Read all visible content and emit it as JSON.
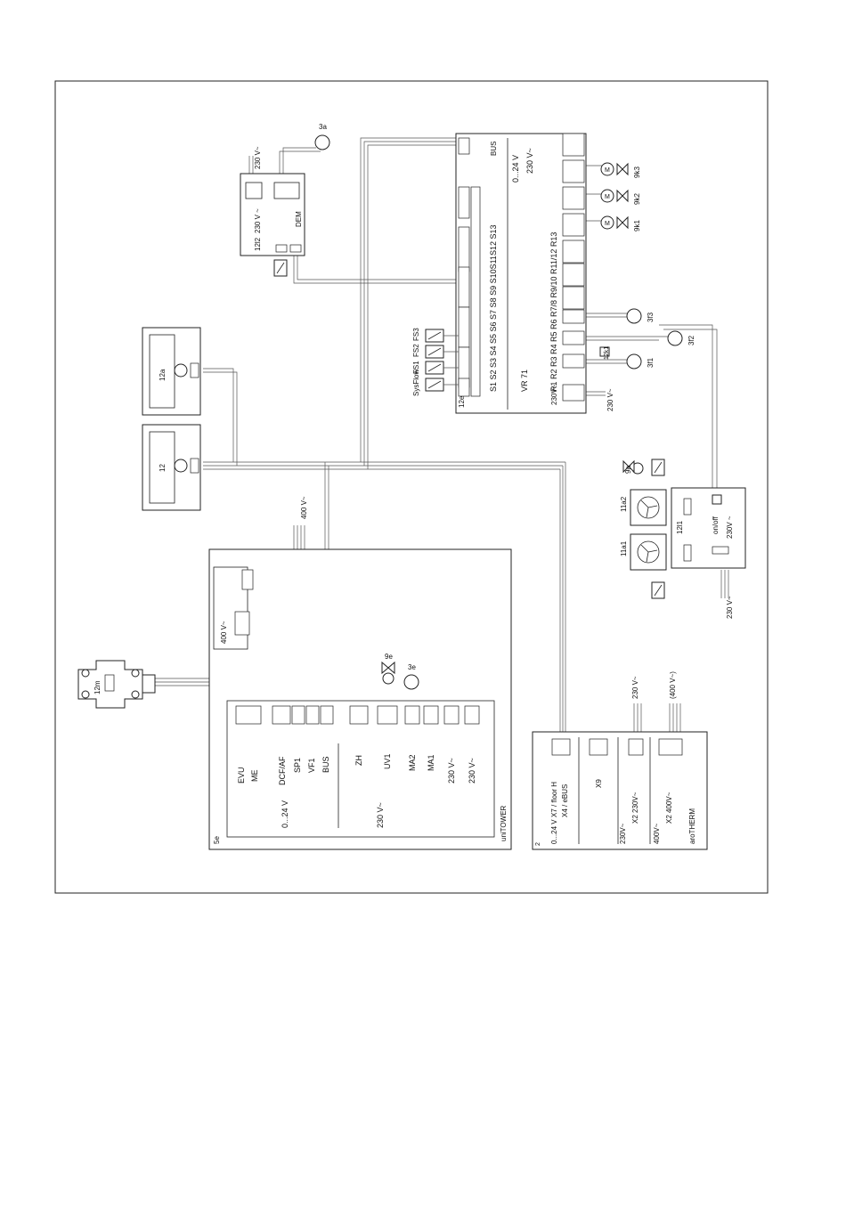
{
  "diagram": {
    "vr71": {
      "title": "VR 71",
      "inputs_label": "S1 S2 S3 S4 S5 S6 S7 S8 S9 S10S11S12 S13",
      "outputs_label": "R1 R2 R3 R4 R5 R6 R7/8 R9/10 R11/12 R13",
      "volt_low": "0...24 V",
      "volt_high": "230 V~",
      "bus": "BUS",
      "power_in": "230V~",
      "power_label": "230 V~",
      "id": "12e"
    },
    "sensors": [
      "SysFlow",
      "FS1",
      "FS2",
      "FS3"
    ],
    "mixers": [
      "9k1",
      "9k2",
      "9k3"
    ],
    "pumps_vr71": [
      "3f1",
      "3f2",
      "3f3"
    ],
    "relay_12k1": "12k1",
    "dem": {
      "id": "12l2",
      "supply": "230 V ~",
      "label": "DEM",
      "supply_outer": "230 V~",
      "pump": "3a"
    },
    "controllers": [
      "12a",
      "12"
    ],
    "supply_400": "400 V~",
    "unitower": {
      "title": "uniTOWER",
      "id": "5e",
      "terminals": [
        "EVU",
        "ME",
        "DCF/AF",
        "SP1",
        "VF1",
        "BUS",
        "ZH",
        "UV1",
        "MA2",
        "MA1",
        "230 V~",
        "230 V~"
      ],
      "volt_low": "0...24 V",
      "volt_high": "230 V~",
      "supply_in": "400 V~",
      "valve": "9e",
      "pump": "3e"
    },
    "sensor_12m": "12m",
    "arotherm": {
      "title": "aroTHERM",
      "id": "2",
      "terminals": [
        "X7 / floor H",
        "X4 / eBUS",
        "X9",
        "X2  230V~",
        "X2  400V~"
      ],
      "volt_low": "0...24 V",
      "volt_high": "230V~",
      "volt_400": "400V~",
      "supply_230": "230 V~",
      "supply_400": "(400 V~)"
    },
    "vent": {
      "id": "12l1",
      "fans": [
        "11a1",
        "11a2"
      ],
      "valve": "9a",
      "on_off": "on/off",
      "supply": "230V ~",
      "supply_outer": "230 V~"
    }
  }
}
